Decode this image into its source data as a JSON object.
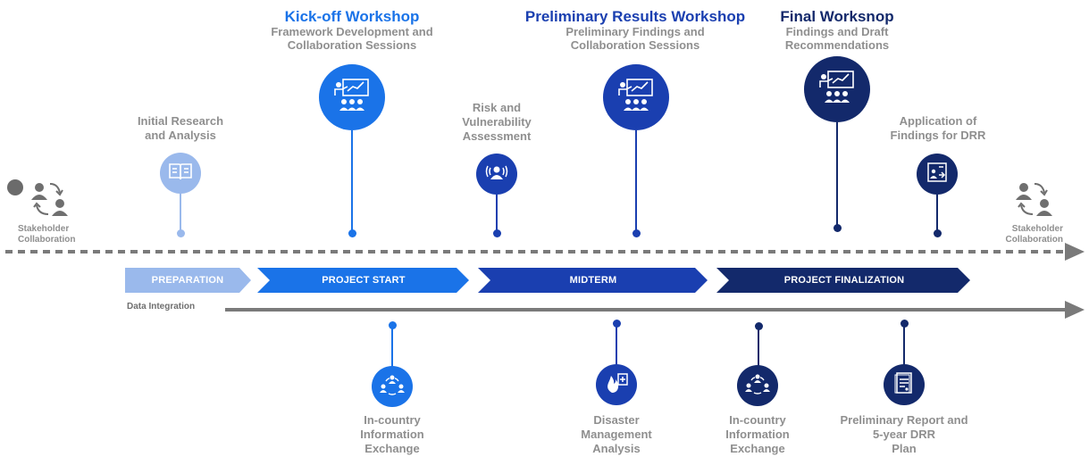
{
  "workshops": {
    "kickoff": {
      "title": "Kick-off Workshop",
      "sub1": "Framework Development and",
      "sub2": "Collaboration Sessions"
    },
    "preliminary": {
      "title": "Preliminary Results Workshop",
      "sub1": "Preliminary Findings and",
      "sub2": "Collaboration Sessions"
    },
    "final": {
      "title": "Final Worksnop",
      "sub1": "Findings and Draft",
      "sub2": "Recommendations"
    }
  },
  "milestones": {
    "initial_research": {
      "line1": "Initial Research",
      "line2": "and Analysis"
    },
    "risk": {
      "line1": "Risk and",
      "line2": "Vulnerability",
      "line3": "Assessment"
    },
    "application": {
      "line1": "Application of",
      "line2": "Findings for DRR"
    }
  },
  "stakeholder": {
    "line1": "Stakeholder",
    "line2": "Collaboration"
  },
  "phases": [
    "PREPARATION",
    "PROJECT START",
    "MIDTERM",
    "PROJECT FINALIZATION"
  ],
  "data_integration": "Data Integration",
  "bottom": {
    "exchange1": {
      "line1": "In-country",
      "line2": "Information",
      "line3": "Exchange"
    },
    "disaster": {
      "line1": "Disaster",
      "line2": "Management",
      "line3": "Analysis"
    },
    "exchange2": {
      "line1": "In-country",
      "line2": "Information",
      "line3": "Exchange"
    },
    "report": {
      "line1": "Preliminary Report and",
      "line2": "5-year DRR",
      "line3": "Plan"
    }
  },
  "icons": {
    "workshop": "presentation-icon",
    "research": "book-icon",
    "risk": "person-waves-icon",
    "application": "board-arrow-icon",
    "stakeholder": "people-exchange-icon",
    "exchange": "group-network-icon",
    "disaster": "fire-plus-icon",
    "report": "document-icon"
  },
  "colors": {
    "light_blue": "#9ab9ec",
    "bright_blue": "#1a73e8",
    "mid_blue": "#1a3fb0",
    "navy": "#13296b",
    "grey": "#8f8f8f",
    "arrow_grey": "#7a7a7a"
  }
}
